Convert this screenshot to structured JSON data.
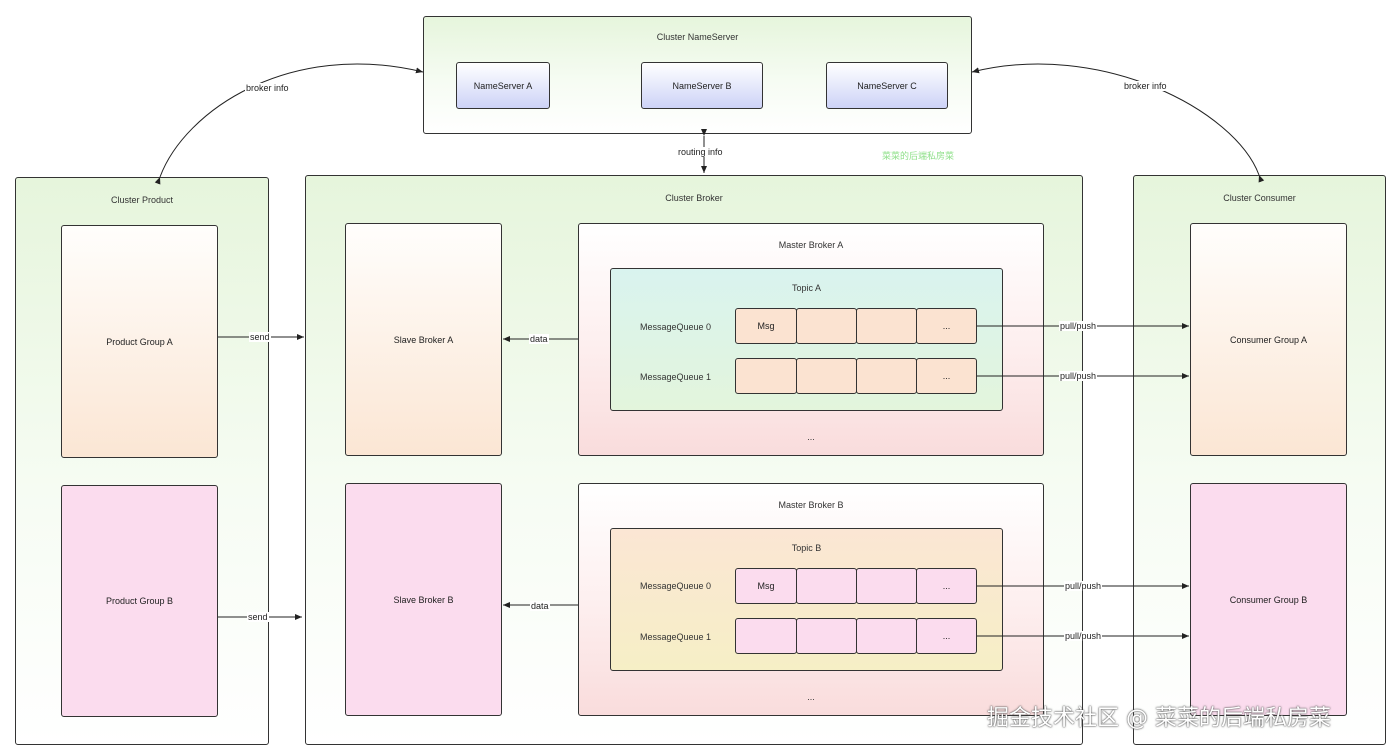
{
  "nameserver": {
    "title": "Cluster NameServer",
    "servers": [
      "NameServer A",
      "NameServer B",
      "NameServer C"
    ]
  },
  "product": {
    "title": "Cluster Product",
    "groups": [
      "Product Group A",
      "Product Group B"
    ]
  },
  "broker": {
    "title": "Cluster Broker",
    "slaves": [
      "Slave Broker A",
      "Slave Broker B"
    ],
    "master_a": {
      "title": "Master Broker A",
      "topic": "Topic A",
      "queues": [
        "MessageQueue 0",
        "MessageQueue 1"
      ],
      "cells_q0": [
        "Msg",
        "",
        "",
        "..."
      ],
      "cells_q1": [
        "",
        "",
        "",
        "..."
      ],
      "more": "..."
    },
    "master_b": {
      "title": "Master Broker B",
      "topic": "Topic B",
      "queues": [
        "MessageQueue 0",
        "MessageQueue 1"
      ],
      "cells_q0": [
        "Msg",
        "",
        "",
        "..."
      ],
      "cells_q1": [
        "",
        "",
        "",
        "..."
      ],
      "more": "..."
    }
  },
  "consumer": {
    "title": "Cluster Consumer",
    "groups": [
      "Consumer Group A",
      "Consumer Group B"
    ]
  },
  "edges": {
    "broker_info_left": "broker info",
    "broker_info_right": "broker info",
    "routing_info": "routing info",
    "send_a": "send",
    "send_b": "send",
    "data_a": "data",
    "data_b": "data",
    "pull_a0": "pull/push",
    "pull_a1": "pull/push",
    "pull_b0": "pull/push",
    "pull_b1": "pull/push"
  },
  "watermark_small": "菜菜的后端私房菜",
  "watermark": "掘金技术社区 @ 菜菜的后端私房菜"
}
